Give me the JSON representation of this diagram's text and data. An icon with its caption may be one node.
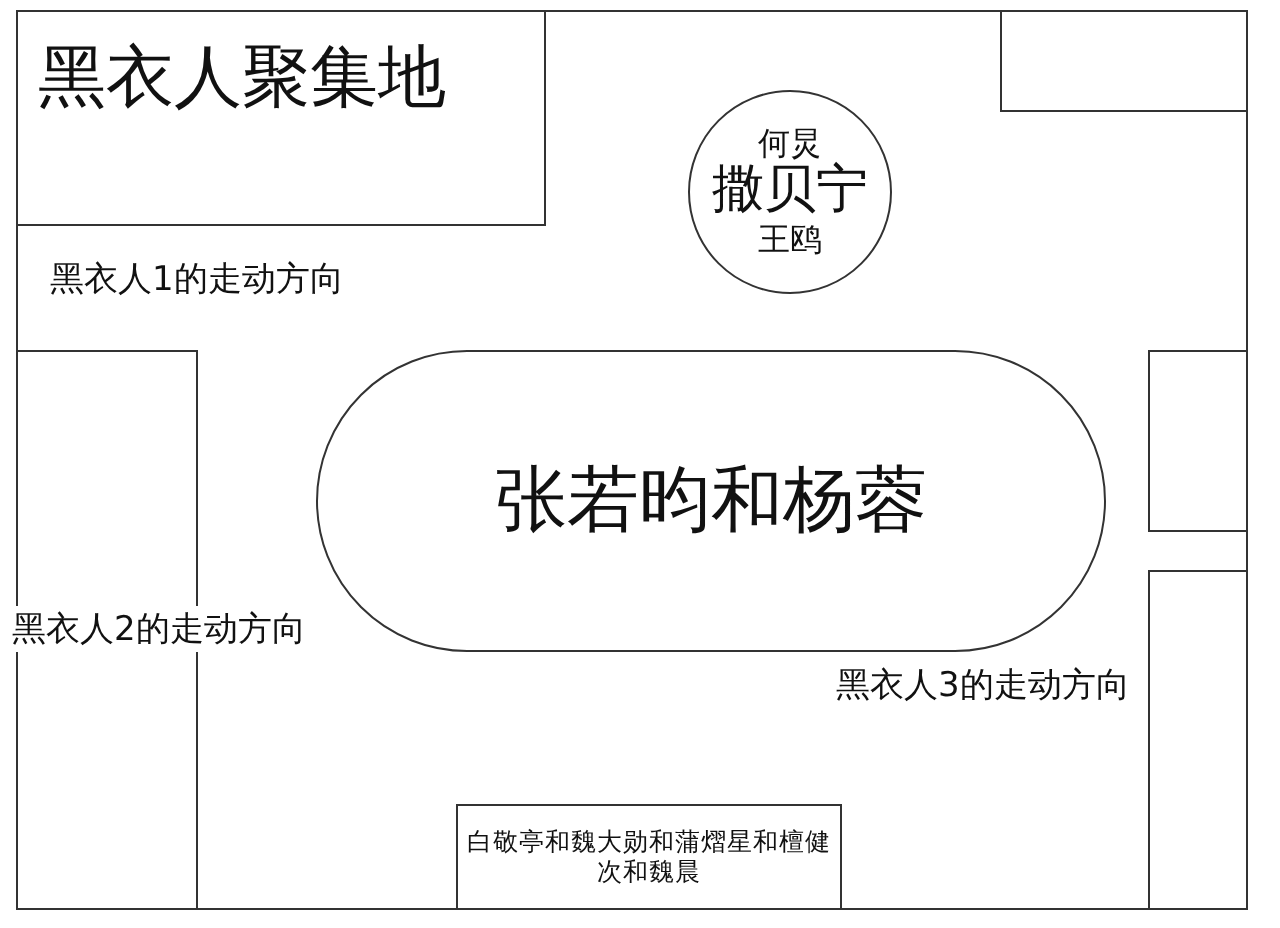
{
  "diagram": {
    "nodes": [
      {
        "text": [
          "黑衣人聚集地"
        ]
      },
      {
        "text": [
          "何炅",
          "撒贝宁",
          "王鸥"
        ]
      },
      {
        "text": [],
        "shape": "box"
      },
      {
        "text": [],
        "shape": "box"
      },
      {
        "text": [
          "张若昀和杨蓉"
        ]
      },
      {
        "text": [],
        "shape": "box"
      },
      {
        "text": [],
        "shape": "box"
      },
      {
        "text": [
          "白敬亭和魏大勋和蒲熠星和檀健次和魏晨"
        ]
      }
    ],
    "edges": [],
    "labels": [
      "黑衣人1的走动方向",
      "黑衣人2的走动方向",
      "黑衣人3的走动方向"
    ]
  }
}
